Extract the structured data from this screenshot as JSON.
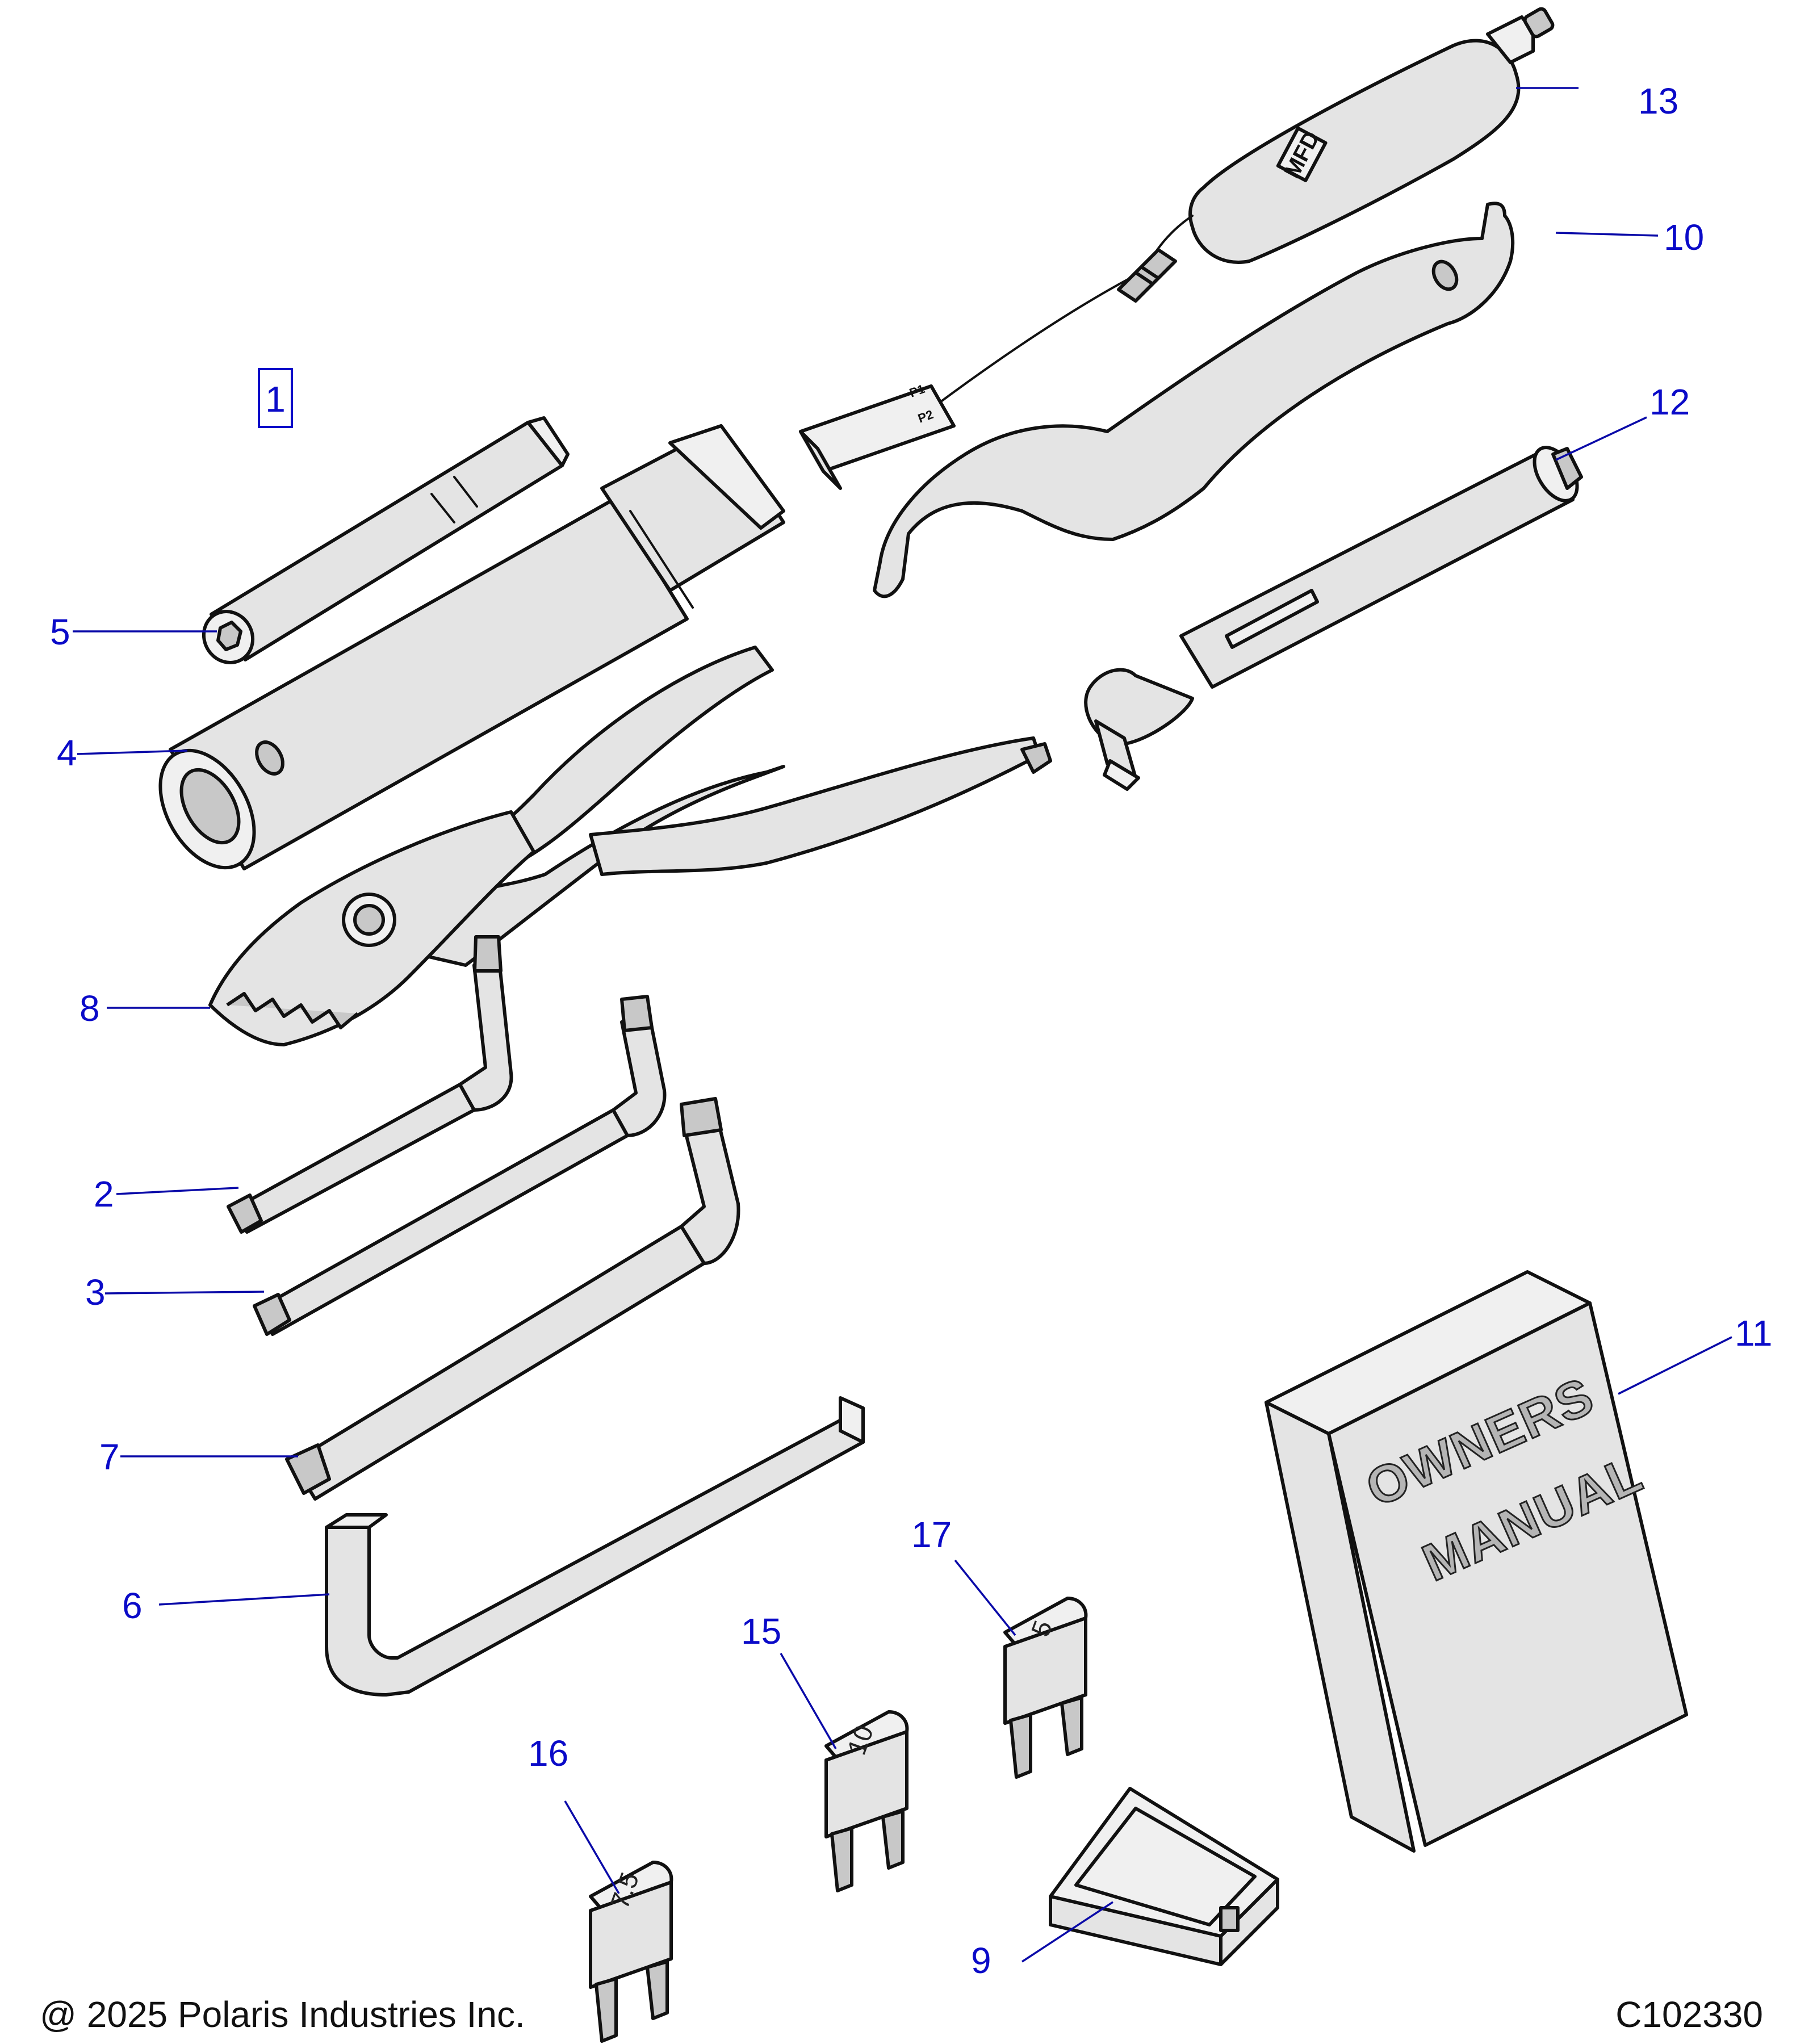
{
  "diagram": {
    "callouts": [
      {
        "id": "1",
        "label": "1",
        "boxed": true
      },
      {
        "id": "2",
        "label": "2"
      },
      {
        "id": "3",
        "label": "3"
      },
      {
        "id": "4",
        "label": "4"
      },
      {
        "id": "5",
        "label": "5"
      },
      {
        "id": "6",
        "label": "6"
      },
      {
        "id": "7",
        "label": "7"
      },
      {
        "id": "8",
        "label": "8"
      },
      {
        "id": "9",
        "label": "9"
      },
      {
        "id": "10",
        "label": "10"
      },
      {
        "id": "11",
        "label": "11"
      },
      {
        "id": "12",
        "label": "12"
      },
      {
        "id": "13",
        "label": "13"
      },
      {
        "id": "15",
        "label": "15"
      },
      {
        "id": "16",
        "label": "16"
      },
      {
        "id": "17",
        "label": "17"
      }
    ],
    "book_cover": {
      "line1": "OWNERS",
      "line2": "MANUAL"
    },
    "fuse_labels": {
      "fuse_15": "10",
      "fuse_16": "7.5",
      "fuse_17": "5"
    },
    "charger_labels": {
      "housing": "MFD",
      "plug_p1": "P1",
      "plug_p2": "P2"
    }
  },
  "footer": {
    "copyright": "@ 2025 Polaris Industries Inc.",
    "drawing_id": "C102330"
  }
}
